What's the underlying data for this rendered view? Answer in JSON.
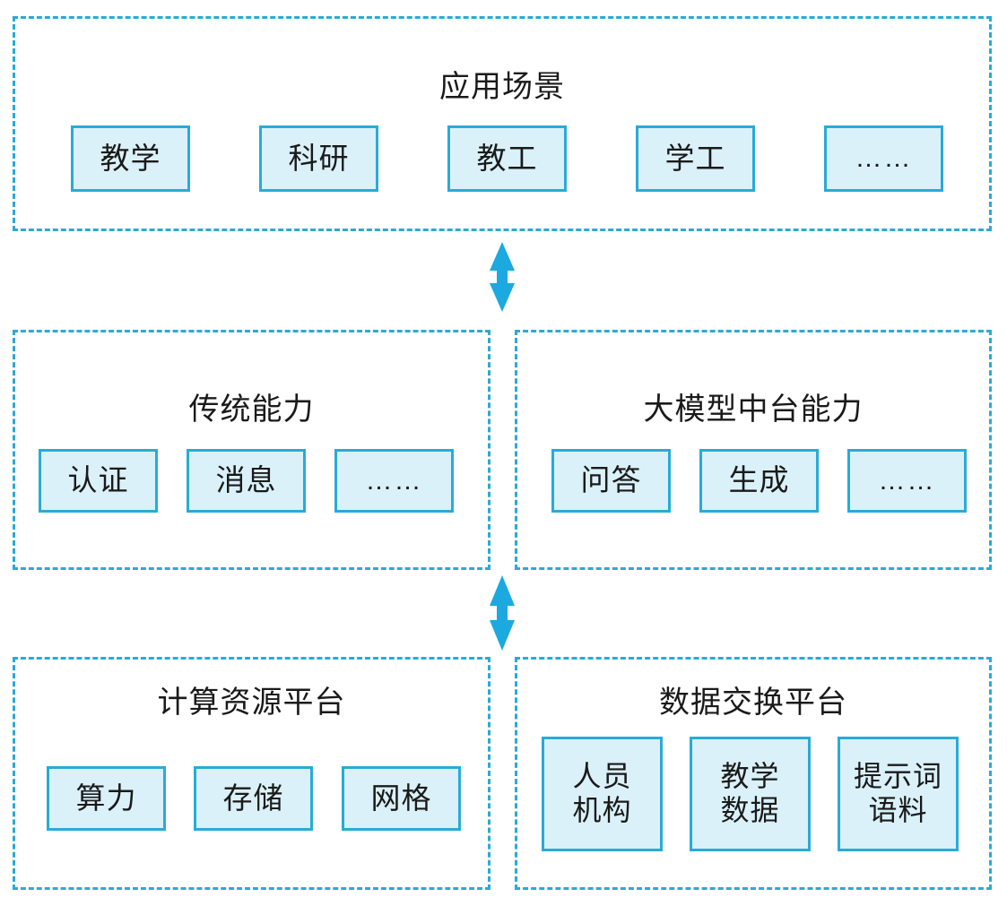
{
  "diagram": {
    "title": "应用场景",
    "accent_border": "#29ABD6",
    "node_fill": "#DAF1F9",
    "arrow_color": "#1BA9E0",
    "text_color": "#1a1a1a"
  },
  "sections": {
    "application": {
      "title": "应用场景",
      "nodes": [
        {
          "label": "教学"
        },
        {
          "label": "科研"
        },
        {
          "label": "教工"
        },
        {
          "label": "学工"
        },
        {
          "label": "……"
        }
      ]
    },
    "traditional": {
      "title": "传统能力",
      "nodes": [
        {
          "label": "认证"
        },
        {
          "label": "消息"
        },
        {
          "label": "……"
        }
      ]
    },
    "llm_platform": {
      "title": "大模型中台能力",
      "nodes": [
        {
          "label": "问答"
        },
        {
          "label": "生成"
        },
        {
          "label": "……"
        }
      ]
    },
    "compute": {
      "title": "计算资源平台",
      "nodes": [
        {
          "label": "算力"
        },
        {
          "label": "存储"
        },
        {
          "label": "网格"
        }
      ]
    },
    "data_exchange": {
      "title": "数据交换平台",
      "nodes": [
        {
          "label": "人员\n机构"
        },
        {
          "label": "教学\n数据"
        },
        {
          "label": "提示词\n语料"
        }
      ]
    }
  },
  "connectors": [
    {
      "name": "application-to-capability",
      "kind": "double-arrow-vertical"
    },
    {
      "name": "capability-to-platform",
      "kind": "double-arrow-vertical"
    }
  ]
}
